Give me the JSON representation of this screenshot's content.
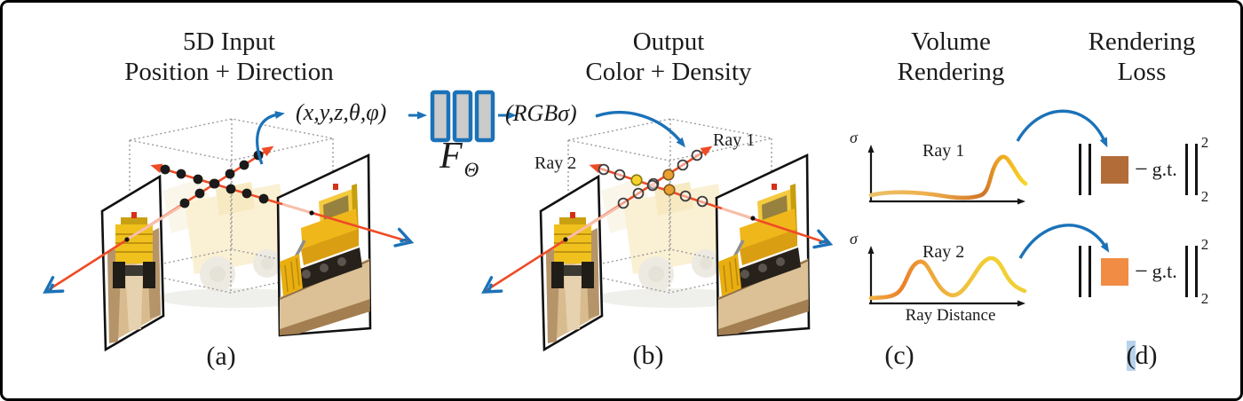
{
  "titles": {
    "panel1_line1": "5D Input",
    "panel1_line2": "Position + Direction",
    "panel2_line1": "Output",
    "panel2_line2": "Color + Density",
    "panel3_line1": "Volume",
    "panel3_line2": "Rendering",
    "pan4_line1": "Rendering",
    "panel4_line2": "Loss"
  },
  "math": {
    "input_tuple": "(x,y,z,θ,φ)",
    "network_f": "F",
    "network_sub": "Θ",
    "output_tuple": "(RGBσ)"
  },
  "rays": {
    "ray1_label_b": "Ray 1",
    "ray2_label_b": "Ray 2"
  },
  "plots": {
    "sigma1": "σ",
    "sigma2": "σ",
    "ray1_label": "Ray 1",
    "ray2_label": "Ray 2",
    "x_axis_label": "Ray Distance"
  },
  "loss": {
    "gt1": "g.t.",
    "gt2": "g.t.",
    "minus1": "−",
    "minus2": "−",
    "sup1": "2",
    "sub1": "2",
    "sup2": "2",
    "sub2": "2",
    "swatch1_style": "background:#b26c38",
    "swatch2_style": "background:#f18c45"
  },
  "panel_labels": {
    "a": "(a)",
    "b": "(b)",
    "c": "(c)",
    "d_open": "(",
    "d_rest": "d)"
  },
  "styles": {
    "selection": "background:#b7d3ec"
  },
  "colors": {
    "accent_blue": "#1b72b8",
    "ray_red": "#ee4b26",
    "ray_red_faded": "#f7bfab",
    "sample_black": "#1a1a1a",
    "sample_yellow": "#f6d32b",
    "sample_orange": "#eb9f31",
    "pred_color_ray1": "#b26c38",
    "pred_color_ray2": "#f18c45",
    "mlp_fill": "#cbcbcb",
    "selection_highlight": "#b7d3ec"
  },
  "chart_data": [
    {
      "type": "line",
      "title": "Ray 1",
      "xlabel": "Ray Distance",
      "ylabel": "σ",
      "x": [
        0.0,
        0.12,
        0.25,
        0.38,
        0.5,
        0.62,
        0.72,
        0.8,
        0.85,
        0.93,
        1.0
      ],
      "y": [
        0.1,
        0.15,
        0.12,
        0.08,
        0.07,
        0.1,
        0.2,
        0.65,
        0.8,
        0.5,
        0.32
      ],
      "line_gradient": [
        "#ecc067",
        "#de8a33",
        "#f6d728"
      ],
      "grid": false,
      "legend_position": "none"
    },
    {
      "type": "line",
      "title": "Ray 2",
      "xlabel": "Ray Distance",
      "ylabel": "σ",
      "x": [
        0.0,
        0.1,
        0.2,
        0.3,
        0.4,
        0.5,
        0.62,
        0.77,
        0.88,
        1.0
      ],
      "y": [
        0.08,
        0.12,
        0.45,
        0.68,
        0.3,
        0.1,
        0.4,
        0.75,
        0.42,
        0.2
      ],
      "line_gradient": [
        "#efb145",
        "#ec7f28",
        "#f0bc41",
        "#efcf3d"
      ],
      "grid": false,
      "legend_position": "none"
    }
  ]
}
